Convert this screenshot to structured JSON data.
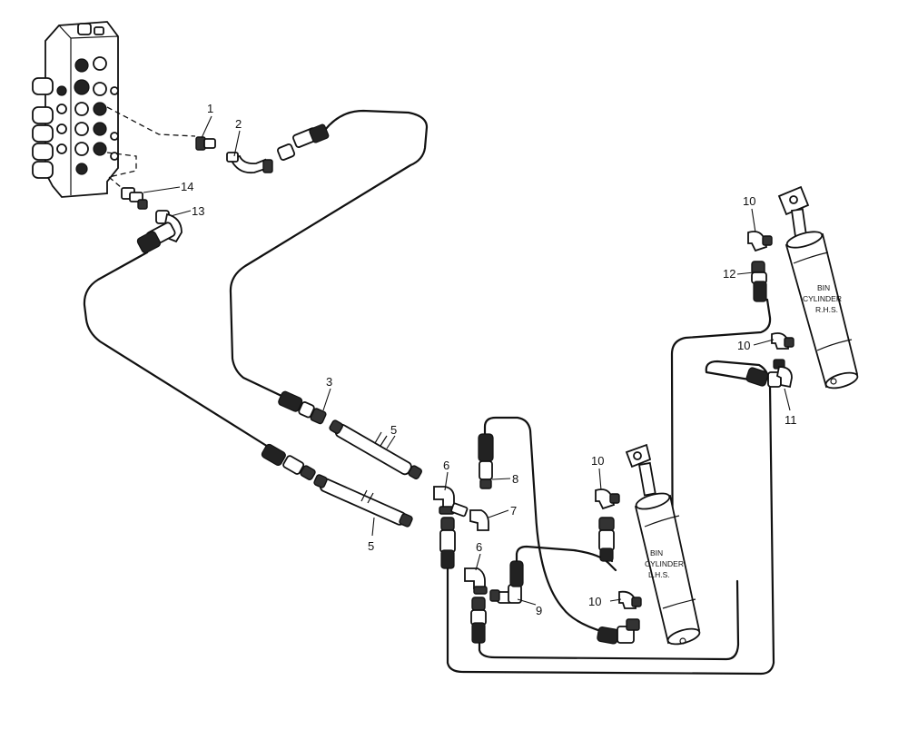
{
  "callouts": {
    "c1": "1",
    "c2": "2",
    "c3": "3",
    "c5a": "5",
    "c5b": "5",
    "c6a": "6",
    "c6b": "6",
    "c7": "7",
    "c8": "8",
    "c9": "9",
    "c10a": "10",
    "c10b": "10",
    "c10c": "10",
    "c10d": "10",
    "c11": "11",
    "c12": "12",
    "c13": "13",
    "c14": "14"
  },
  "cylinders": {
    "left": {
      "line1": "BIN",
      "line2": "CYLINDER",
      "line3": "L.H.S."
    },
    "right": {
      "line1": "BIN",
      "line2": "CYLINDER",
      "line3": "R.H.S."
    }
  }
}
